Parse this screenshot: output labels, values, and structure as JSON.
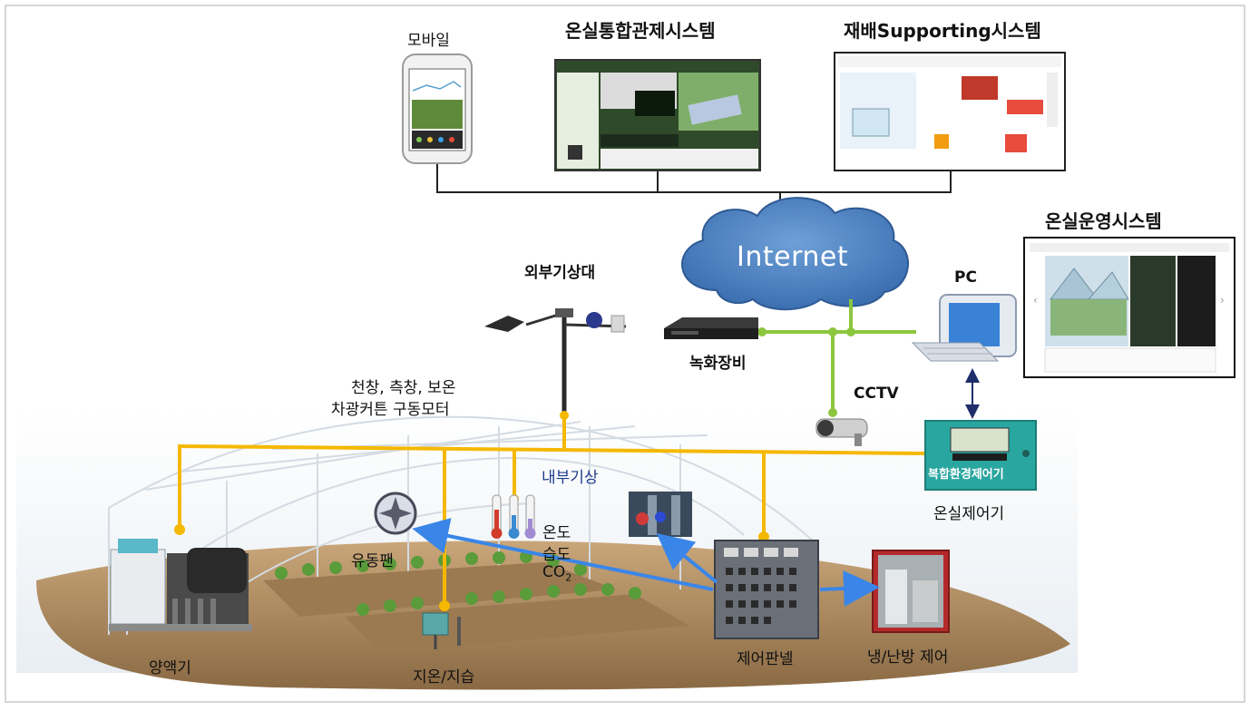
{
  "top_systems": {
    "mobile_label": "모바일",
    "integrated_label": "온실통합관제시스템",
    "supporting_label": "재배Supporting시스템"
  },
  "network": {
    "internet_label": "Internet",
    "recorder_label": "녹화장비",
    "pc_label": "PC",
    "cctv_label": "CCTV",
    "operation_label": "온실운영시스템"
  },
  "weather": {
    "external_label": "외부기상대",
    "internal_label": "내부기상"
  },
  "devices": {
    "motor_label_line1": "천창, 측창, 보온",
    "motor_label_line2": "차광커튼 구동모터",
    "fan_label": "유동팬",
    "temp_label": "온도",
    "humidity_label": "습도",
    "co2_label": "CO",
    "co2_sub": "2",
    "nutrient_label": "양액기",
    "soil_label": "지온/지습",
    "panel_label": "제어판넬",
    "hvac_label": "냉/난방 제어",
    "controller_label": "온실제어기",
    "controller_screen_text": "복합환경제어기"
  },
  "colors": {
    "yellow_line": "#f5b800",
    "green_line": "#8cc63f",
    "blue_arrow": "#3a86e8",
    "navy_arrow": "#1f2d6b",
    "cloud_fill": "#4a82c4",
    "controller_teal": "#2aa6a0"
  }
}
